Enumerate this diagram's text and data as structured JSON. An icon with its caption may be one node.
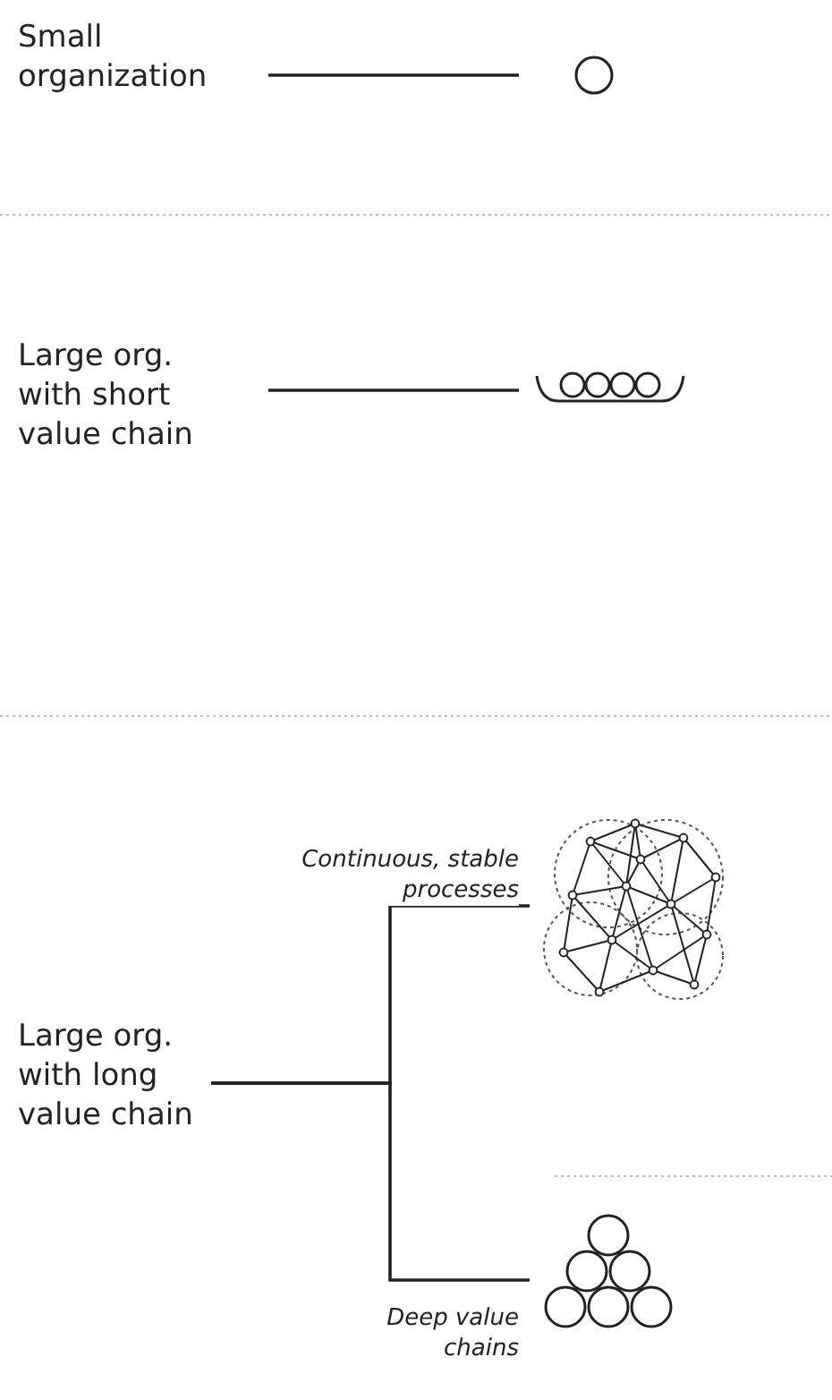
{
  "diagram": {
    "nodes": [
      {
        "text": [
          "Small organization"
        ]
      },
      {
        "text": [],
        "shape": "circle"
      },
      {
        "text": [
          "Large org. with short value chain"
        ]
      },
      {
        "text": [],
        "shape": "picture"
      },
      {
        "text": [
          "Large org. with long value chain"
        ]
      },
      {
        "text": [],
        "shape": "picture"
      },
      {
        "text": [],
        "shape": "picture"
      }
    ],
    "edges": [
      {
        "from": 0,
        "to": 1,
        "arrow": "none"
      },
      {
        "from": 2,
        "to": 3,
        "arrow": "none"
      },
      {
        "from": 4,
        "to": 5,
        "arrow": "none",
        "label": "Continuous, stable processes"
      },
      {
        "from": 4,
        "to": 6,
        "arrow": "none",
        "label": "Deep value chains"
      }
    ]
  }
}
